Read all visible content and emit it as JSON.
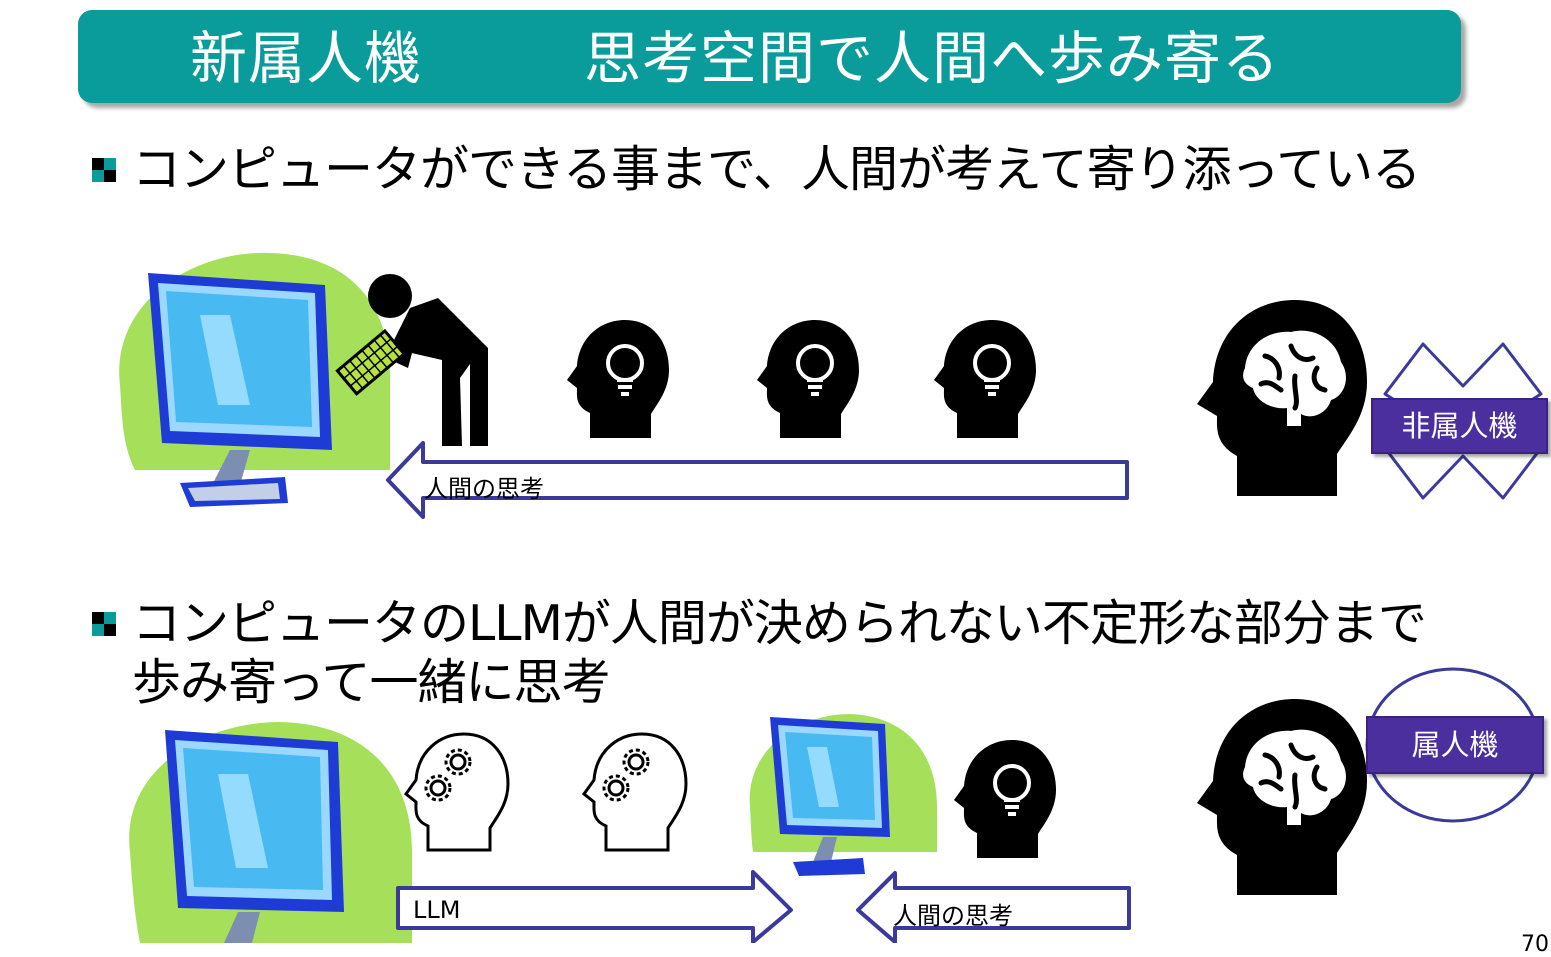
{
  "title": {
    "left": "新属人機",
    "right": "思考空間で人間へ歩み寄る"
  },
  "bullets": [
    {
      "text": "コンピュータができる事まで、人間が考えて寄り添っている"
    },
    {
      "line1": "コンピュータのLLMが人間が決められない不定形な部分まで",
      "line2": "歩み寄って一緒に思考"
    }
  ],
  "arrows": {
    "top_human": "人間の思考",
    "bottom_llm": "LLM",
    "bottom_human": "人間の思考"
  },
  "tags": {
    "non_zokujinki": "非属人機",
    "zokujinki": "属人機"
  },
  "page_number": "70",
  "colors": {
    "title_bg": "#0a9b9b",
    "tag_bg": "#4b2f9e",
    "blob_green": "#a6e05b",
    "arrow_stroke": "#3b3a9a"
  },
  "icons": [
    "monitor-icon",
    "person-typing-icon",
    "lightbulb-head-icon",
    "brain-head-icon",
    "cross-icon",
    "gear-head-icon",
    "circle-icon"
  ]
}
